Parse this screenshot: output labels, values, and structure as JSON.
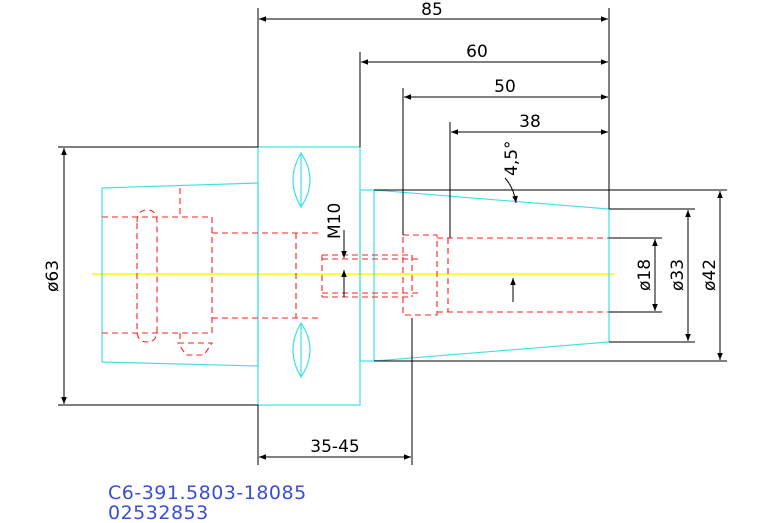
{
  "dimensions": {
    "d85": "85",
    "d60": "60",
    "d50": "50",
    "d38": "38",
    "angle": "4,5°",
    "thread": "M10",
    "range": "35-45",
    "dia63": "ø63",
    "dia18": "ø18",
    "dia33": "ø33",
    "dia42": "ø42"
  },
  "part": {
    "code": "C6-391.5803-18085",
    "number": "02532853"
  },
  "colors": {
    "outline": "#40e0e8",
    "hidden": "#ff2020",
    "centerline": "#ffff00",
    "dimension": "#000000",
    "part_text": "#3a4fd6"
  }
}
